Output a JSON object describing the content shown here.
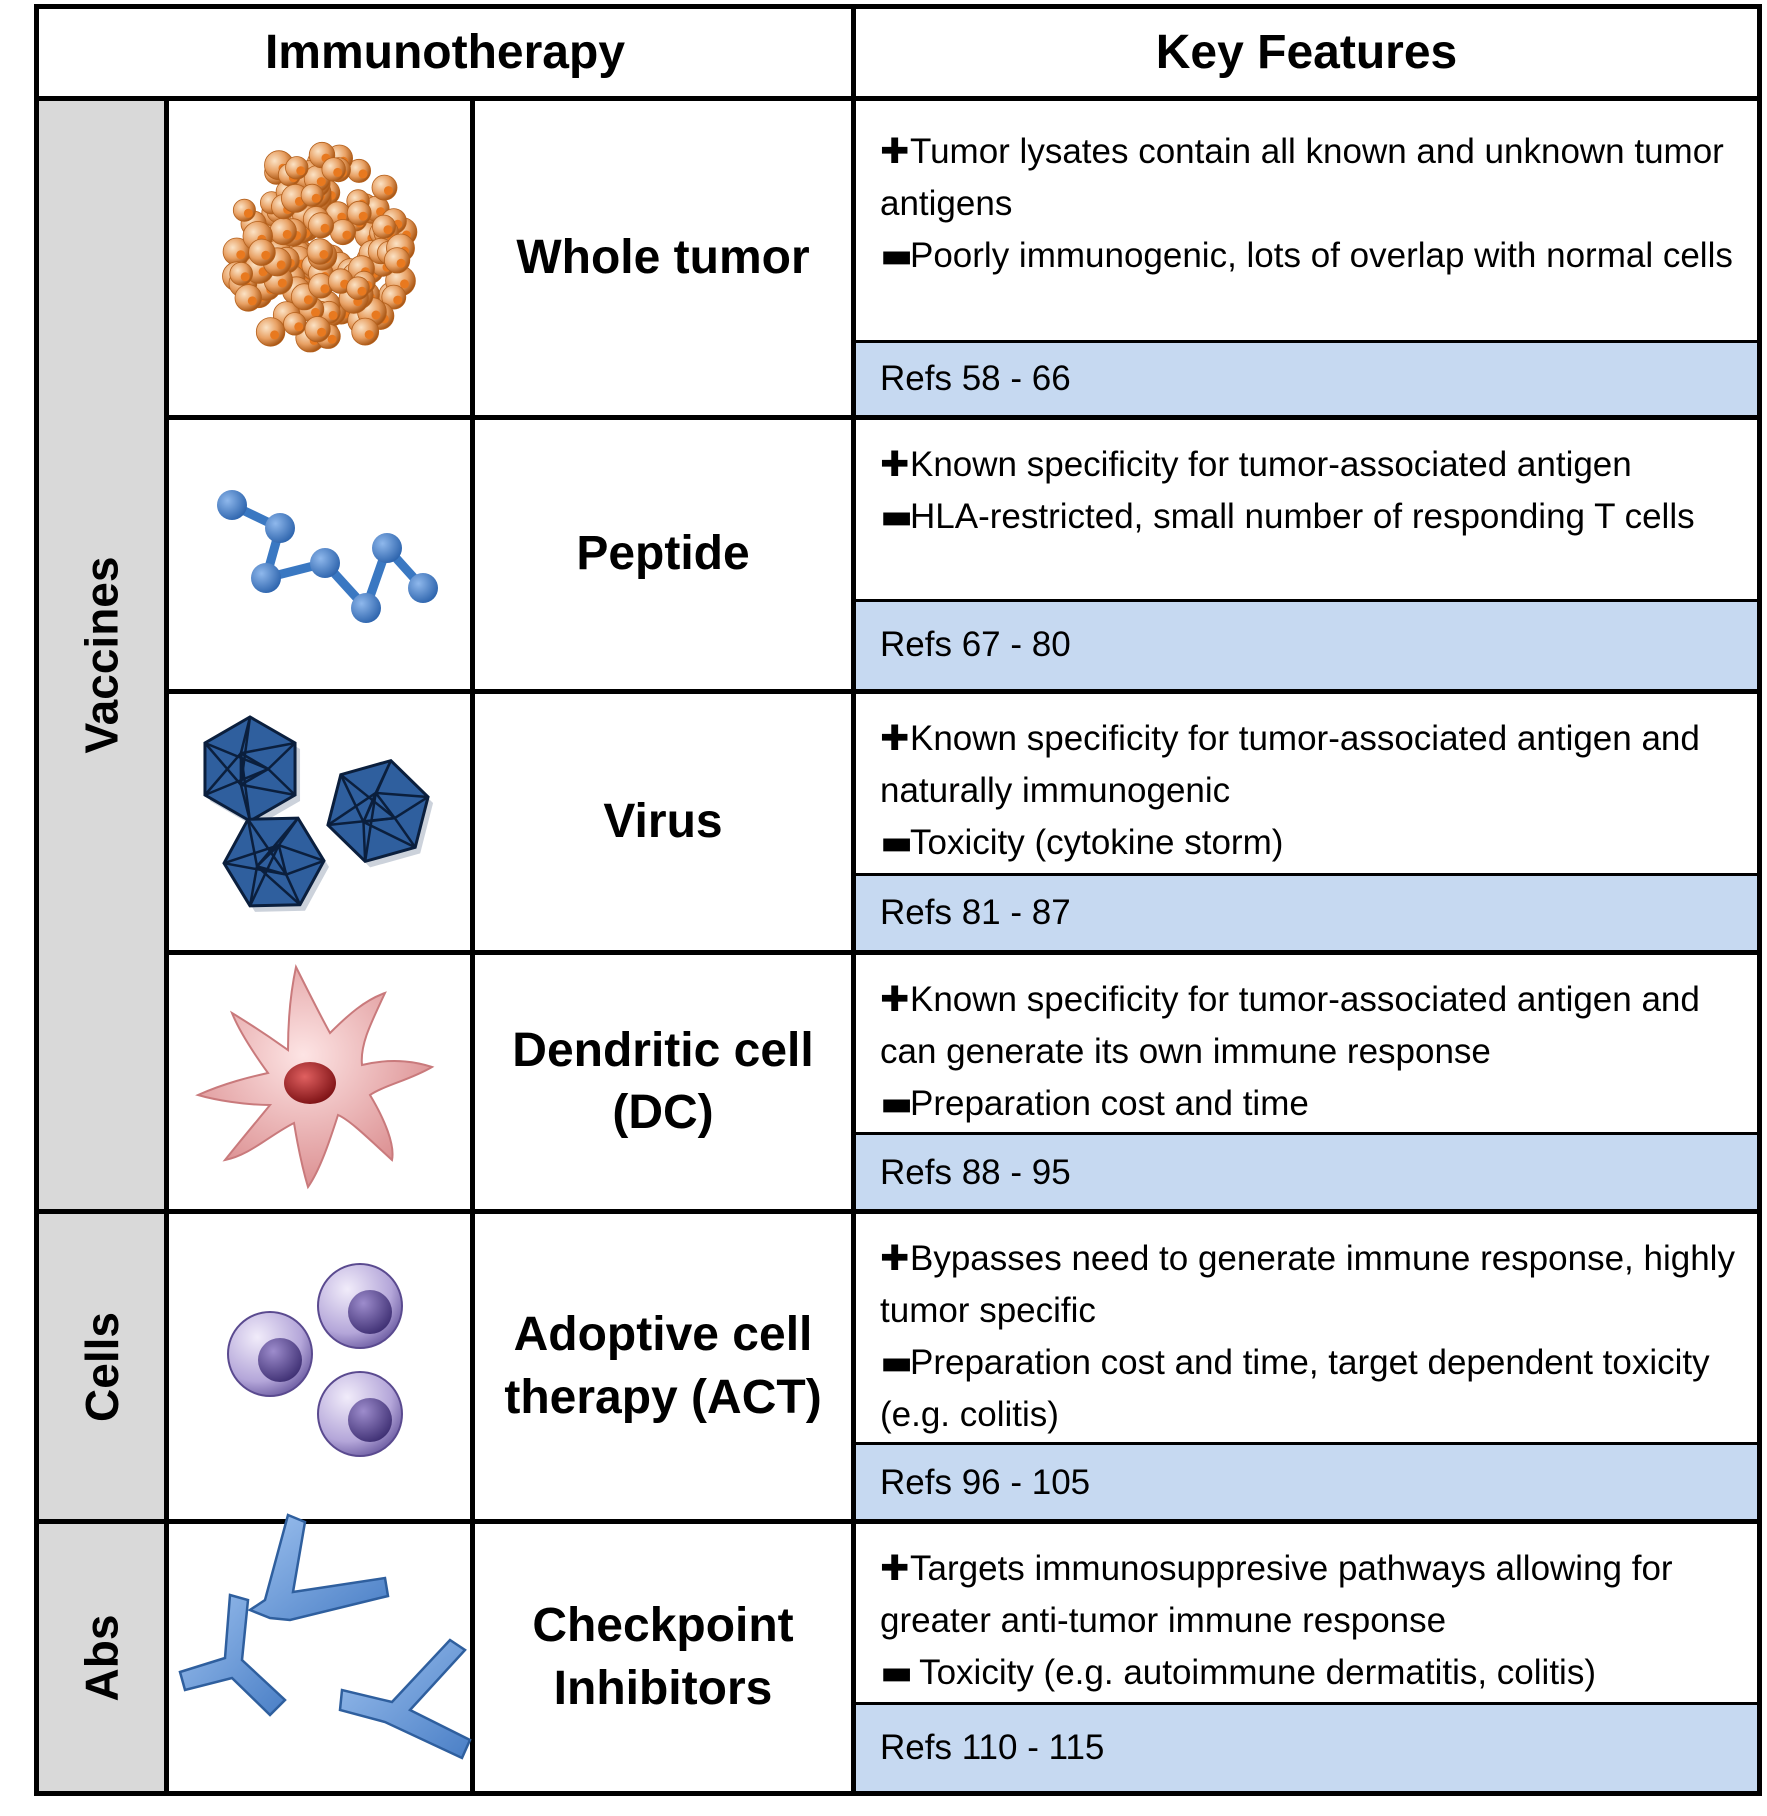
{
  "header": {
    "col_immunotherapy": "Immunotherapy",
    "col_features": "Key Features"
  },
  "categories": {
    "vaccines": "Vaccines",
    "cells": "Cells",
    "abs": "Abs"
  },
  "rows": [
    {
      "name": "Whole tumor",
      "icon": "tumor-cluster-icon",
      "pro": "Tumor lysates contain all known and unknown tumor antigens",
      "con": "Poorly immunogenic, lots of overlap with normal cells",
      "refs": "Refs 58 - 66"
    },
    {
      "name": "Peptide",
      "icon": "peptide-chain-icon",
      "pro": "Known specificity for tumor-associated antigen",
      "con": "HLA-restricted, small number of responding T cells",
      "refs": "Refs 67 - 80"
    },
    {
      "name": "Virus",
      "icon": "virus-capsid-icon",
      "pro": "Known specificity for tumor-associated antigen and naturally immunogenic",
      "con": "Toxicity (cytokine storm)",
      "refs": "Refs 81 - 87"
    },
    {
      "name": "Dendritic cell (DC)",
      "icon": "dendritic-cell-icon",
      "pro": "Known specificity for tumor-associated antigen and can generate its own immune response",
      "con": "Preparation cost and time",
      "refs": "Refs 88 - 95"
    },
    {
      "name": "Adoptive cell therapy (ACT)",
      "icon": "t-cells-icon",
      "pro": "Bypasses need to generate immune response, highly tumor specific",
      "con": "Preparation cost and time, target dependent toxicity (e.g. colitis)",
      "refs": "Refs 96 - 105"
    },
    {
      "name": "Checkpoint Inhibitors",
      "icon": "antibody-icon",
      "pro": "Targets immunosuppresive pathways allowing for greater anti-tumor immune response",
      "con": " Toxicity (e.g. autoimmune dermatitis, colitis)",
      "refs": "Refs 110 - 115"
    }
  ],
  "markers": {
    "plus": "✚",
    "minus": "▬"
  },
  "colors": {
    "refs_bg": "#c6d9f1",
    "category_bg": "#d9d9d9",
    "tumor": "#e8791f",
    "peptide": "#3a78c2",
    "virus": "#2f5f9e",
    "dendritic": "#f2b3b3",
    "tcell": "#9b8ac9",
    "antibody": "#7fa6dc"
  }
}
